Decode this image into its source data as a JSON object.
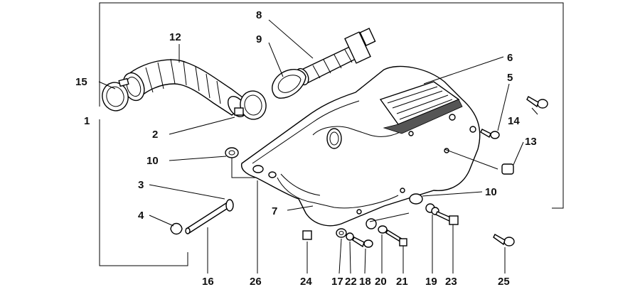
{
  "diagram": {
    "callouts": [
      {
        "id": "c1",
        "text": "1"
      },
      {
        "id": "c2",
        "text": "2"
      },
      {
        "id": "c3",
        "text": "3"
      },
      {
        "id": "c4",
        "text": "4"
      },
      {
        "id": "c5",
        "text": "5"
      },
      {
        "id": "c6",
        "text": "6"
      },
      {
        "id": "c7",
        "text": "7"
      },
      {
        "id": "c8",
        "text": "8"
      },
      {
        "id": "c9",
        "text": "9"
      },
      {
        "id": "c10a",
        "text": "10"
      },
      {
        "id": "c10b",
        "text": "10"
      },
      {
        "id": "c12",
        "text": "12"
      },
      {
        "id": "c13",
        "text": "13"
      },
      {
        "id": "c14",
        "text": "14"
      },
      {
        "id": "c15",
        "text": "15"
      },
      {
        "id": "c16",
        "text": "16"
      },
      {
        "id": "c17",
        "text": "17"
      },
      {
        "id": "c18",
        "text": "18"
      },
      {
        "id": "c19",
        "text": "19"
      },
      {
        "id": "c20",
        "text": "20"
      },
      {
        "id": "c21",
        "text": "21"
      },
      {
        "id": "c22",
        "text": "22"
      },
      {
        "id": "c23",
        "text": "23"
      },
      {
        "id": "c24",
        "text": "24"
      },
      {
        "id": "c25",
        "text": "25"
      },
      {
        "id": "c26",
        "text": "26"
      }
    ]
  }
}
